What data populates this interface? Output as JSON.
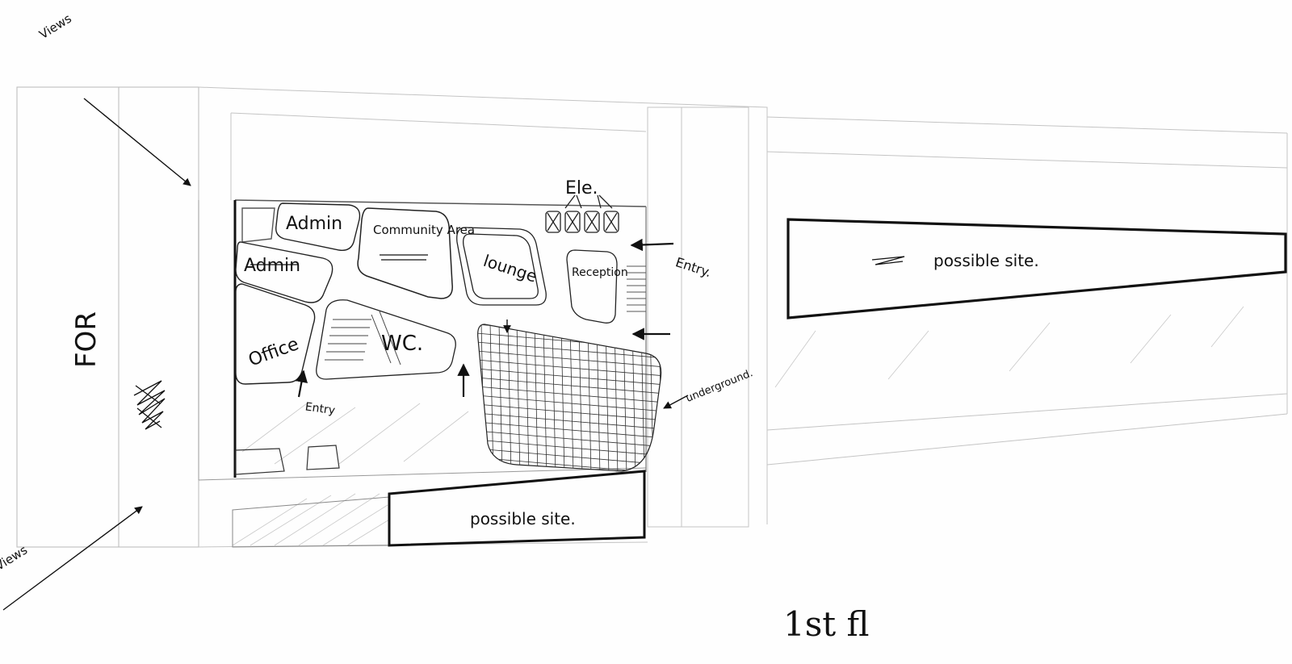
{
  "labels": {
    "views_top": "Views",
    "views_bottom": "Views",
    "road": "FOR",
    "admin_1": "Admin",
    "admin_2": "Admin",
    "community": "Community Area",
    "lounge": "lounge",
    "reception": "Reception",
    "office": "Office",
    "wc": "WC.",
    "ele": "Ele.",
    "entry_1": "Entry",
    "entry_2": "Entry.",
    "underground": "underground.",
    "possible_site_1": "possible site.",
    "possible_site_2": "possible site.",
    "floor": "1st fl"
  },
  "colors": {
    "ink": "#111111",
    "faint_line": "#b8b8b8",
    "thin_line": "#9a9a9a"
  }
}
